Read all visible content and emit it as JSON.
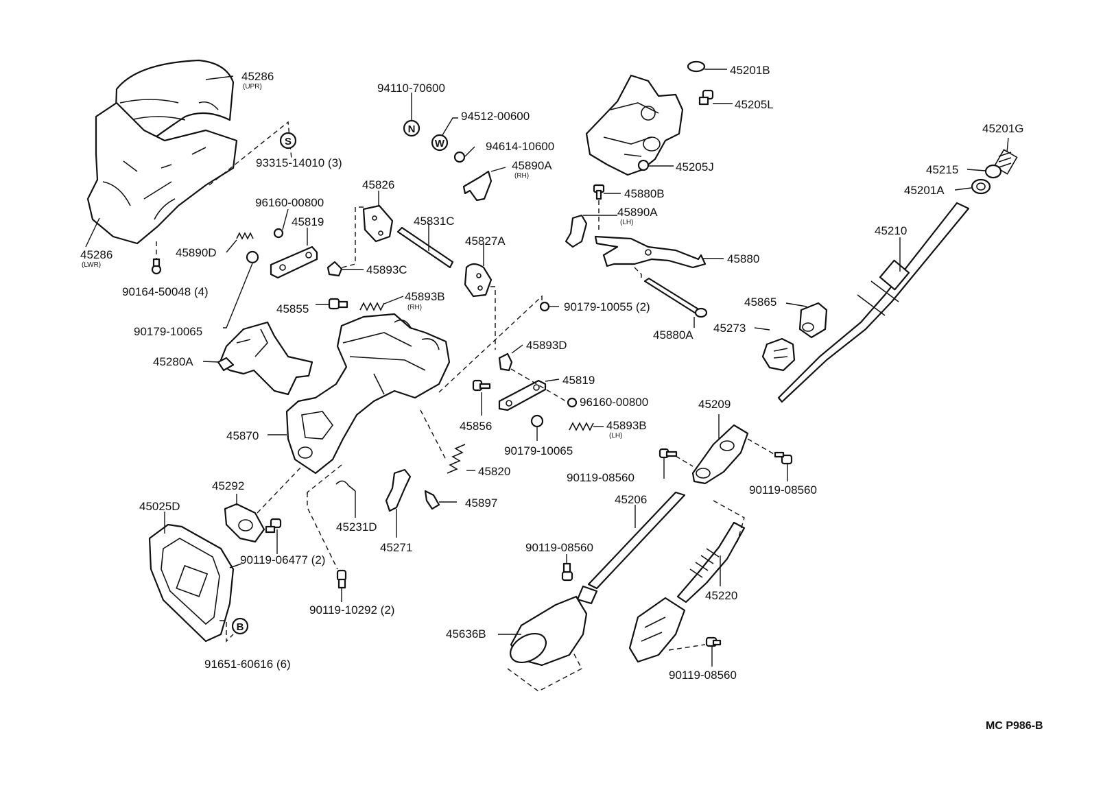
{
  "diagram_code": "MC P986-B",
  "labels": {
    "l45286_upr": "45286",
    "l45286_upr_sub": "(UPR)",
    "l45286_lwr": "45286",
    "l45286_lwr_sub": "(LWR)",
    "l93315": "93315-14010 (3)",
    "l90164": "90164-50048 (4)",
    "l94110": "94110-70600",
    "l94512": "94512-00600",
    "l94614": "94614-10600",
    "l45890a_rh": "45890A",
    "l45890a_rh_sub": "(RH)",
    "l45826": "45826",
    "l96160_a": "96160-00800",
    "l45819_a": "45819",
    "l45831c": "45831C",
    "l45827a": "45827A",
    "l45890d": "45890D",
    "l45893c": "45893C",
    "l45855": "45855",
    "l45893b_rh": "45893B",
    "l45893b_rh_sub": "(RH)",
    "l90179_a": "90179-10065",
    "l45280a": "45280A",
    "l90179_b": "90179-10055 (2)",
    "l45893d": "45893D",
    "l45819_b": "45819",
    "l96160_b": "96160-00800",
    "l45856": "45856",
    "l45893b_lh": "45893B",
    "l45893b_lh_sub": "(LH)",
    "l90179_c": "90179-10065",
    "l45870": "45870",
    "l45820": "45820",
    "l45292": "45292",
    "l45025d": "45025D",
    "l45231d": "45231D",
    "l45897": "45897",
    "l45271": "45271",
    "l90119_06477": "90119-06477 (2)",
    "l90119_10292": "90119-10292 (2)",
    "l91651": "91651-60616 (6)",
    "l45201b": "45201B",
    "l45205l": "45205L",
    "l45205j": "45205J",
    "l45880b": "45880B",
    "l45890a_lh": "45890A",
    "l45890a_lh_sub": "(LH)",
    "l45880": "45880",
    "l45880a": "45880A",
    "l45201g": "45201G",
    "l45215": "45215",
    "l45201a": "45201A",
    "l45210": "45210",
    "l45865": "45865",
    "l45273": "45273",
    "l45209": "45209",
    "l90119_08560_a": "90119-08560",
    "l90119_08560_b": "90119-08560",
    "l45206": "45206",
    "l90119_08560_c": "90119-08560",
    "l45220": "45220",
    "l45636b": "45636B",
    "l90119_08560_d": "90119-08560"
  },
  "badges": {
    "n": "N",
    "w": "W",
    "s": "S",
    "b": "B"
  }
}
